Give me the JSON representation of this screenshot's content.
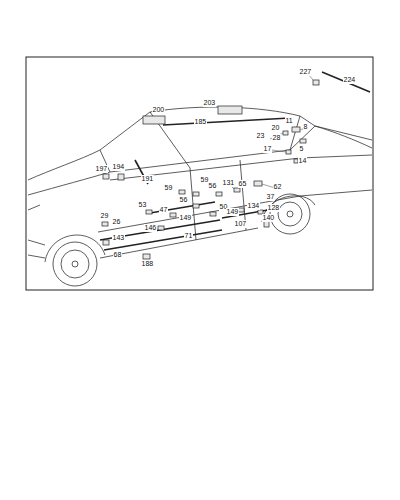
{
  "diagram": {
    "labels": [
      "227",
      "224",
      "200",
      "203",
      "185",
      "11",
      "20",
      "8",
      "23",
      "28",
      "17",
      "5",
      "14",
      "197",
      "194",
      "191",
      "59",
      "59",
      "56",
      "56",
      "131",
      "65",
      "62",
      "37",
      "53",
      "47",
      "149",
      "50",
      "149",
      "134",
      "128",
      "140",
      "29",
      "26",
      "146",
      "143",
      "107",
      "71",
      "68",
      "188"
    ]
  }
}
